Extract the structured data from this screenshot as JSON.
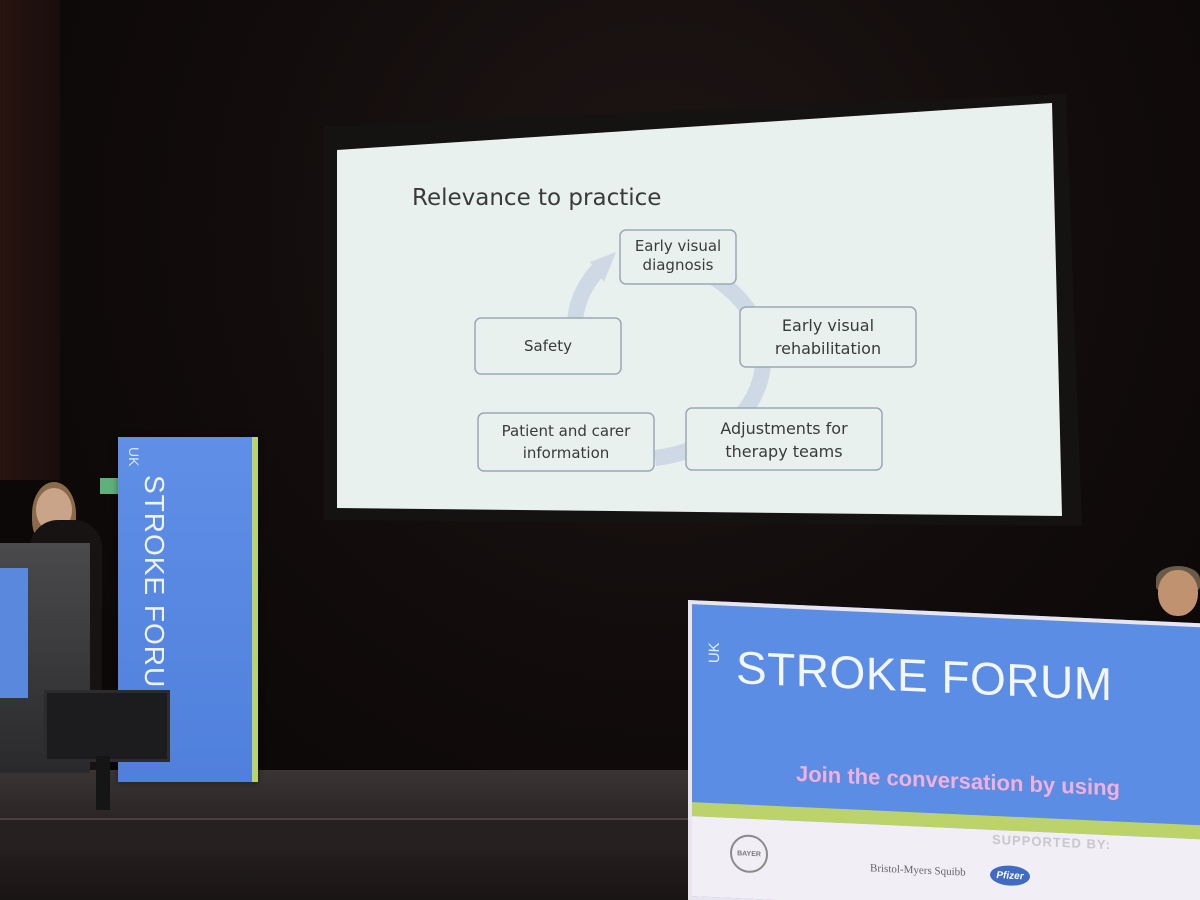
{
  "slide": {
    "title": "Relevance to practice",
    "cycle": [
      {
        "id": "early-visual-diagnosis",
        "lines": [
          "Early visual",
          "diagnosis"
        ]
      },
      {
        "id": "early-visual-rehabilitation",
        "lines": [
          "Early visual",
          "rehabilitation"
        ]
      },
      {
        "id": "adjustments-therapy-teams",
        "lines": [
          "Adjustments for",
          "therapy teams"
        ]
      },
      {
        "id": "patient-carer-information",
        "lines": [
          "Patient and carer",
          "information"
        ]
      },
      {
        "id": "safety",
        "lines": [
          "Safety"
        ]
      }
    ]
  },
  "banner": {
    "uk": "UK",
    "title": "STROKE FORUM"
  },
  "desk_banner": {
    "uk": "UK",
    "title": "STROKE FORUM",
    "hashtag": "Join the conversation by using",
    "supported": "SUPPORTED BY:",
    "sponsors": {
      "bayer": "BAYER",
      "bms": "Bristol-Myers Squibb",
      "pfizer": "Pfizer"
    }
  },
  "colors": {
    "screen": "#e9f1ee",
    "box_border": "#9aa7b5",
    "arrow": "#cfd9e6",
    "banner_blue": "#5a8de3",
    "banner_green": "#bcd36b",
    "hashtag_pink": "#f2b0dc"
  }
}
